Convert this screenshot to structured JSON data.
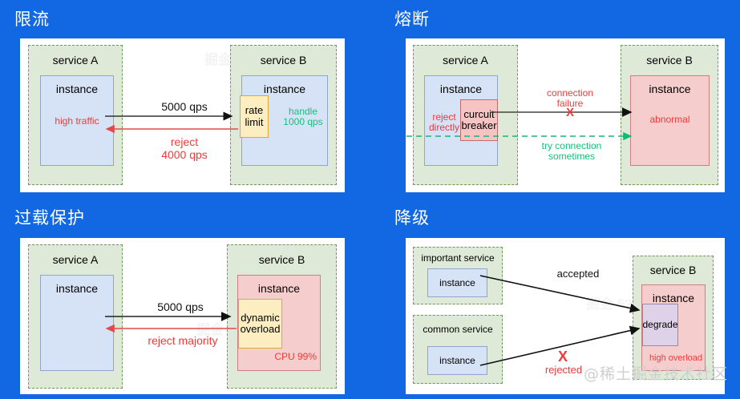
{
  "background_color": "#1268e3",
  "watermark": "@稀土掘金技术社区",
  "watermark_faint": "掘金 52",
  "quadrants": [
    {
      "id": "rate-limiting",
      "title": "限流",
      "left_service": {
        "label": "service A",
        "instance_label": "instance",
        "instance_note": "high traffic"
      },
      "right_service": {
        "label": "service B",
        "instance_label": "instance",
        "sub_box": "rate\nlimit",
        "instance_note": "handle\n1000 qps"
      },
      "arrows": [
        {
          "label": "5000 qps",
          "color": "#111111"
        },
        {
          "label": "reject\n4000 qps",
          "color": "#f03a3a"
        }
      ]
    },
    {
      "id": "circuit-breaking",
      "title": "熔断",
      "left_service": {
        "label": "service A",
        "instance_label": "instance",
        "instance_note": "reject\ndirectly",
        "sub_box": "curcuit\nbreaker"
      },
      "right_service": {
        "label": "service B",
        "instance_label": "instance",
        "instance_note": "abnormal"
      },
      "arrows": [
        {
          "label": "connection\nfailure",
          "marker": "X",
          "color": "#f03a3a"
        },
        {
          "label": "try connection\nsometimes",
          "color": "#14c07a"
        }
      ]
    },
    {
      "id": "overload-protection",
      "title": "过载保护",
      "left_service": {
        "label": "service A",
        "instance_label": "instance"
      },
      "right_service": {
        "label": "service B",
        "instance_label": "instance",
        "sub_box": "dynamic\noverload",
        "instance_note": "CPU 99%"
      },
      "arrows": [
        {
          "label": "5000 qps",
          "color": "#111111"
        },
        {
          "label": "reject majority",
          "color": "#f03a3a"
        }
      ]
    },
    {
      "id": "degradation",
      "title": "降级",
      "sources": [
        {
          "label": "important service",
          "instance_label": "instance"
        },
        {
          "label": "common service",
          "instance_label": "instance"
        }
      ],
      "right_service": {
        "label": "service B",
        "instance_label": "instance",
        "sub_box": "degrade",
        "instance_note": "high overload"
      },
      "arrows": [
        {
          "label": "accepted",
          "color": "#111111"
        },
        {
          "label": "rejected",
          "marker": "X",
          "color": "#f03a3a"
        }
      ]
    }
  ]
}
